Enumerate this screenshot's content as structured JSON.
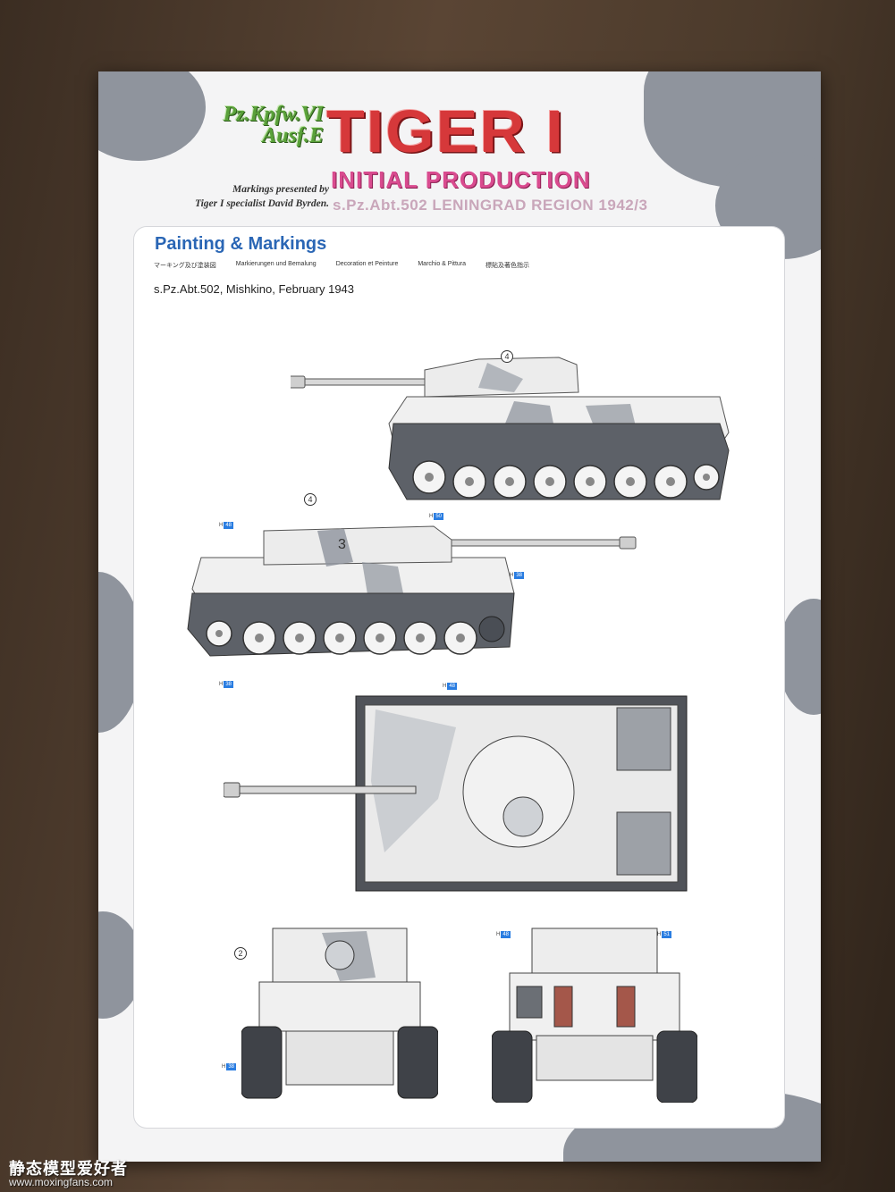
{
  "header": {
    "model_line_1": "Pz.Kpfw.VI",
    "model_line_2": "Ausf.E",
    "title": "TIGER I",
    "subtitle": "INITIAL PRODUCTION",
    "unit_region": "s.Pz.Abt.502 LENINGRAD REGION 1942/3",
    "credit_line_1": "Markings presented by",
    "credit_line_2": "Tiger I specialist David Byrden."
  },
  "panel": {
    "title": "Painting & Markings",
    "translations": [
      "マーキング及び塗装図",
      "Markierungen und Bemalung",
      "Decoration et Peinture",
      "Marchio & Pittura",
      "標貼及著色指示"
    ],
    "caption": "s.Pz.Abt.502, Mishkino, February 1943"
  },
  "callouts": {
    "side_right_marking": "4",
    "side_left_marking": "4",
    "side_left_turret_number": "3",
    "front_marking": "2"
  },
  "references": {
    "left_view_top": "48",
    "left_view_mid": "50",
    "left_view_barrel": "38",
    "left_view_bottom": "38",
    "top_view": "48",
    "front_view": "38",
    "rear_view_left": "48",
    "rear_view_right": "51"
  },
  "colors": {
    "title_red": "#d6383a",
    "subtitle_pink": "#d94b8f",
    "heading_blue": "#2a66b5",
    "camo_grey": "#8f949d"
  },
  "watermark": {
    "site_name": "静态模型爱好者",
    "url": "www.moxingfans.com"
  }
}
